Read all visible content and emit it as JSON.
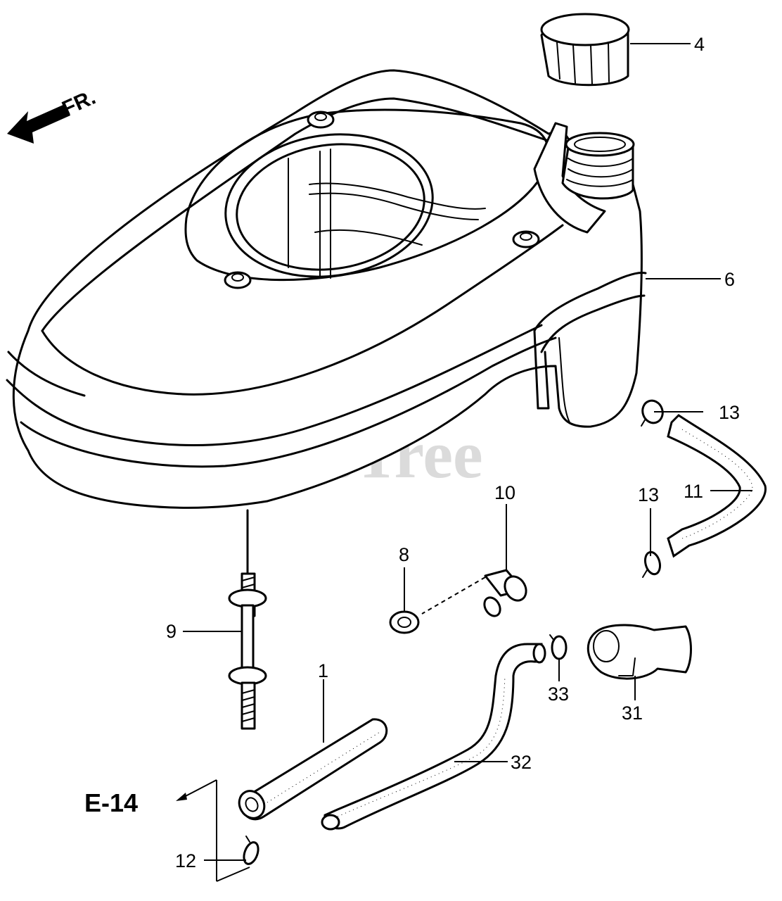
{
  "direction_label": "FR.",
  "reference_label": "E-14",
  "watermark": "PartsTree",
  "callouts": {
    "part_1": "1",
    "part_4": "4",
    "part_6": "6",
    "part_8": "8",
    "part_9": "9",
    "part_10": "10",
    "part_11": "11",
    "part_12": "12",
    "part_13_upper": "13",
    "part_13_lower": "13",
    "part_31": "31",
    "part_32": "32",
    "part_33": "33"
  }
}
